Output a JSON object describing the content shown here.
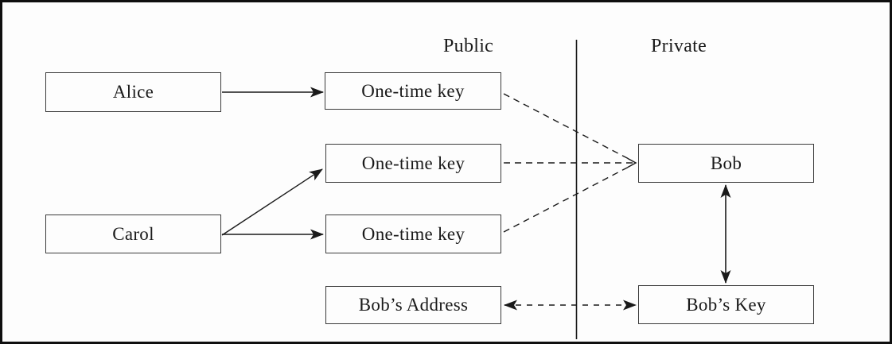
{
  "diagram": {
    "headers": {
      "public": "Public",
      "private": "Private"
    },
    "nodes": {
      "alice": {
        "label": "Alice"
      },
      "carol": {
        "label": "Carol"
      },
      "otk1": {
        "label": "One-time key"
      },
      "otk2": {
        "label": "One-time key"
      },
      "otk3": {
        "label": "One-time key"
      },
      "bobs_address": {
        "label": "Bob’s Address"
      },
      "bob": {
        "label": "Bob"
      },
      "bobs_key": {
        "label": "Bob’s Key"
      }
    },
    "connections": [
      {
        "from": "alice",
        "to": "otk1",
        "style": "solid-arrow"
      },
      {
        "from": "carol",
        "to": "otk2",
        "style": "solid-arrow"
      },
      {
        "from": "carol",
        "to": "otk3",
        "style": "solid-arrow"
      },
      {
        "from": "otk1",
        "to": "bob",
        "style": "dashed-arrow"
      },
      {
        "from": "otk2",
        "to": "bob",
        "style": "dashed-arrow"
      },
      {
        "from": "otk3",
        "to": "bob",
        "style": "dashed-arrow"
      },
      {
        "from": "bob",
        "to": "bobs_key",
        "style": "solid-double-arrow"
      },
      {
        "from": "bobs_address",
        "to": "bobs_key",
        "style": "dashed-double-arrow"
      }
    ]
  },
  "colors": {
    "ink": "#1a1a1a",
    "border": "#3b3b3b",
    "background": "#fdfdfd",
    "frame": "#0f0f0f"
  }
}
